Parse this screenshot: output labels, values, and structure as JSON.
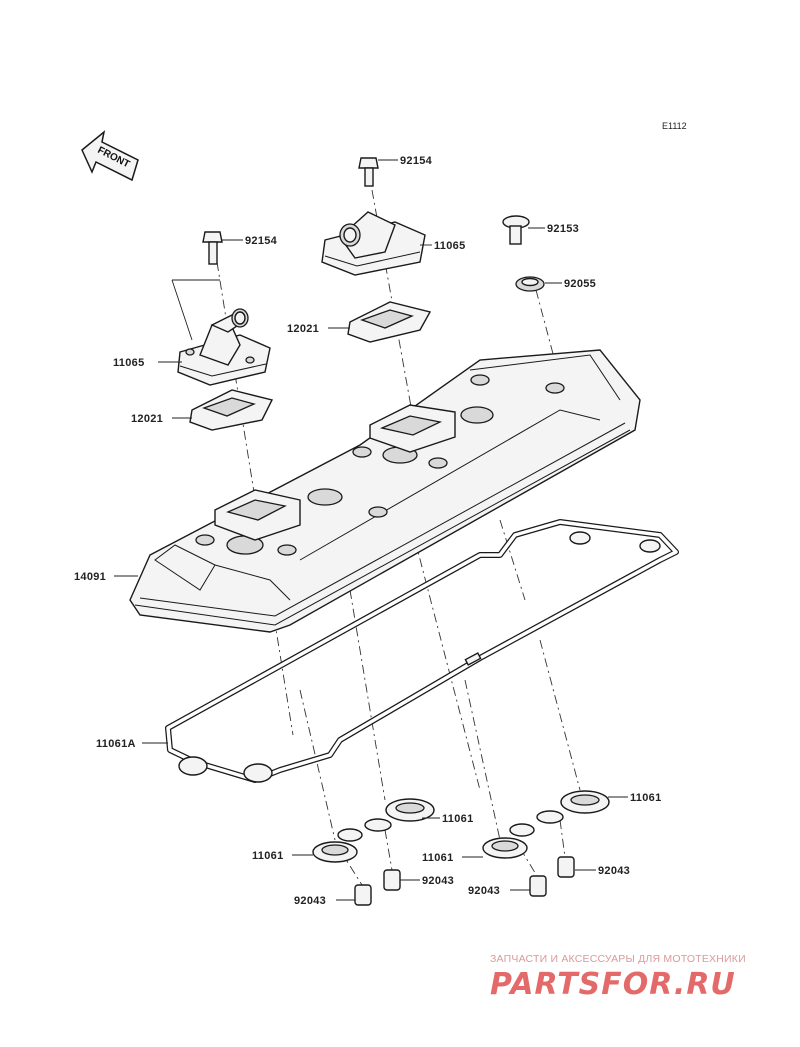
{
  "diagram_code": "E1112",
  "front_label": "FRONT",
  "labels": {
    "bolt_center": "92154",
    "bolt_left": "92154",
    "cap_bolt": "92153",
    "washer": "92055",
    "breather_right": "11065",
    "breather_left": "11065",
    "plate_right": "12021",
    "plate_left": "12021",
    "head_cover": "14091",
    "gasket": "11061A",
    "ring_left_upper": "11061",
    "ring_right_upper": "11061",
    "ring_left_lower": "11061",
    "ring_right_lower": "11061",
    "pin_1": "92043",
    "pin_2": "92043",
    "pin_3": "92043",
    "pin_4": "92043"
  },
  "watermark": {
    "tagline": "ЗАПЧАСТИ И АКСЕССУАРЫ ДЛЯ МОТОТЕХНИКИ",
    "logo": "PARTSFOR.RU",
    "colors": {
      "logo": "#e46a6a",
      "tagline": "#d99a9a"
    }
  }
}
